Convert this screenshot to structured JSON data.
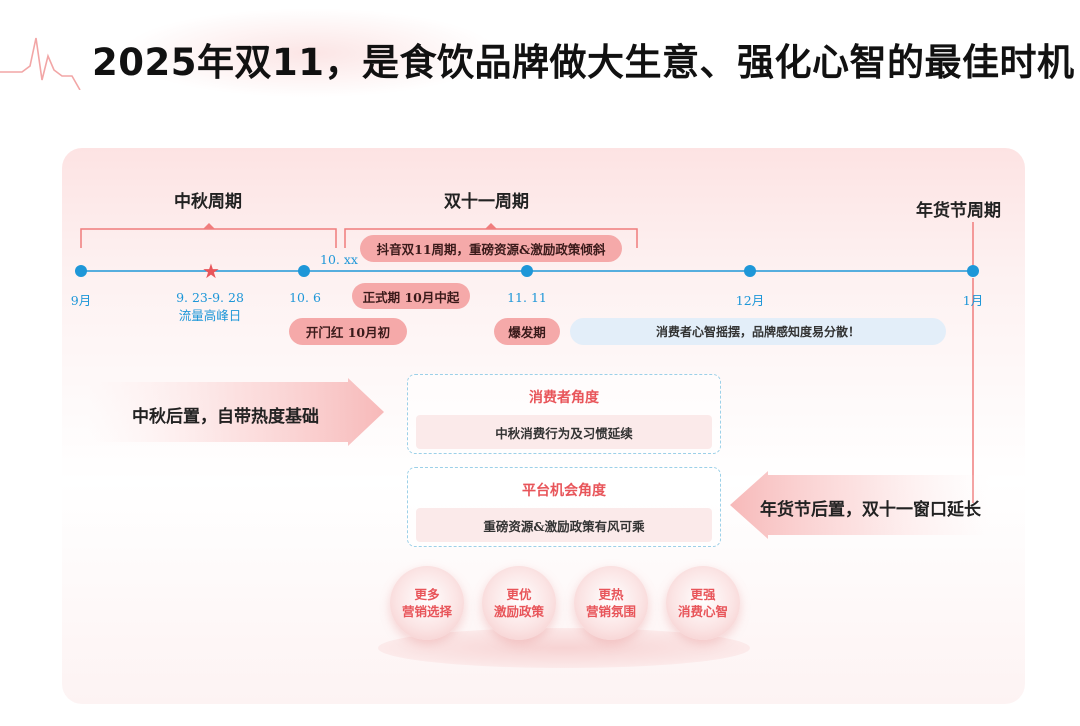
{
  "page": {
    "title": "2025年双11，是食饮品牌做大生意、强化心智的最佳时机"
  },
  "periods": {
    "mid_autumn": "中秋周期",
    "double11": "双十一周期",
    "new_year_goods": "年货节周期"
  },
  "timeline": {
    "marker_10xx": "10. xx",
    "ticks": [
      {
        "label": "9月",
        "sub": ""
      },
      {
        "label": "9. 23-9. 28",
        "sub": "流量高峰日"
      },
      {
        "label": "10. 6",
        "sub": ""
      },
      {
        "label": "11. 11",
        "sub": ""
      },
      {
        "label": "12月",
        "sub": ""
      },
      {
        "label": "1月",
        "sub": ""
      }
    ]
  },
  "pills": {
    "douyin": "抖音双11周期，重磅资源&激励政策倾斜",
    "formal": "正式期  10月中起",
    "opening": "开门红  10月初",
    "burst": "爆发期",
    "consumer_mind": "消费者心智摇摆，品牌感知度易分散！"
  },
  "arrows": {
    "left_text": "中秋后置，自带热度基础",
    "right_text": "年货节后置，双十一窗口延长"
  },
  "boxes": [
    {
      "title": "消费者角度",
      "content": "中秋消费行为及习惯延续"
    },
    {
      "title": "平台机会角度",
      "content": "重磅资源&激励政策有风可乘"
    }
  ],
  "circles": [
    {
      "line1": "更多",
      "line2": "营销选择"
    },
    {
      "line1": "更优",
      "line2": "激励政策"
    },
    {
      "line1": "更热",
      "line2": "营销氛围"
    },
    {
      "line1": "更强",
      "line2": "消费心智"
    }
  ],
  "colors": {
    "accent_red": "#e8555a",
    "pill_red": "#f5a9a9",
    "timeline_blue": "#1e97d8",
    "pill_blue": "#e3eef9"
  }
}
